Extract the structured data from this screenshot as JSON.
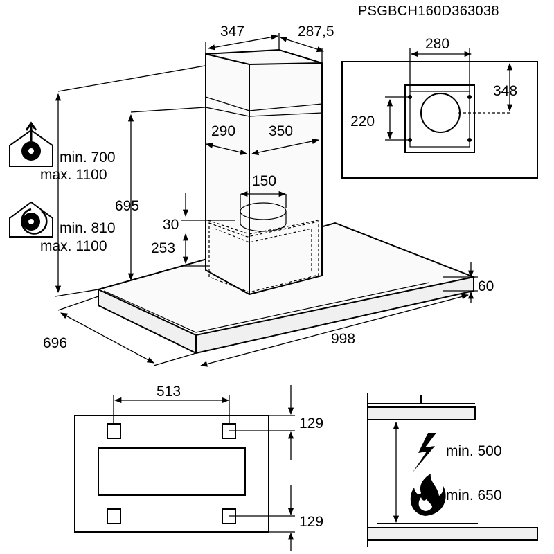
{
  "model_code": "PSGBCH160D363038",
  "hood": {
    "chimney_width": "347",
    "chimney_depth": "287,5",
    "inner_width": "290",
    "inner_depth": "350",
    "duct_diameter": "150",
    "duct_offset": "30",
    "filter_height": "253",
    "chimney_height": "695",
    "canopy_thickness": "60",
    "canopy_depth": "696",
    "canopy_width": "998"
  },
  "modes": {
    "extraction": {
      "icon": "extraction-mode-icon",
      "min": "min. 700",
      "max": "max. 1100"
    },
    "recirculation": {
      "icon": "recirculation-mode-icon",
      "min": "min. 810",
      "max": "max. 1100"
    }
  },
  "ceiling_bracket": {
    "width": "280",
    "height": "220",
    "offset": "348"
  },
  "bottom_view": {
    "hole_spacing": "513",
    "top_margin": "129",
    "bottom_margin": "129"
  },
  "clearance": {
    "electric": {
      "icon": "lightning-icon",
      "label": "min. 500"
    },
    "gas": {
      "icon": "flame-icon",
      "label": "min. 650"
    }
  }
}
